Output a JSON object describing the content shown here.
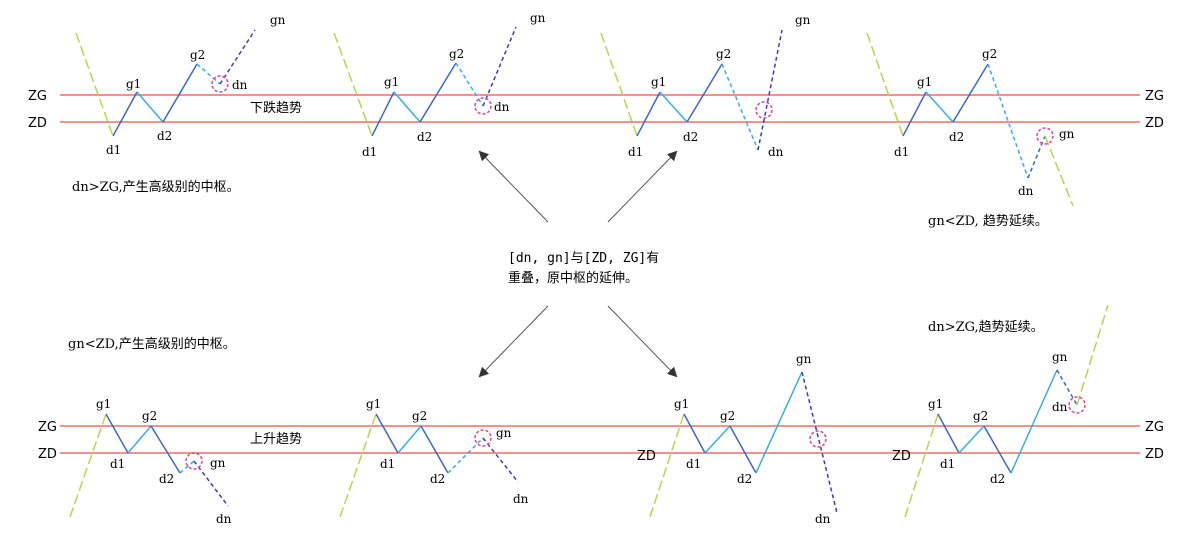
{
  "colors": {
    "level_line": "#ef6b6b",
    "dark_blue": "#3b67c8",
    "light_blue": "#35aee8",
    "dashed_light": "#35aee8",
    "dashed_dark": "#3b3bb8",
    "yellow_green": "#bcd34a",
    "circle": "#e0409c",
    "arrow": "#555555"
  },
  "labels": {
    "zg": "ZG",
    "zd": "ZD",
    "d1": "d1",
    "d2": "d2",
    "g1": "g1",
    "g2": "g2",
    "dn": "dn",
    "gn": "gn",
    "trend_down": "下跌趋势",
    "trend_up": "上升趋势"
  },
  "notes": {
    "top_left": "dn>ZG,产生高级别的中枢。",
    "top_right": "gn<ZD, 趋势延续。",
    "bottom_left": "gn<ZD,产生高级别的中枢。",
    "bottom_right": "dn>ZG,趋势延续。",
    "center_line1": "[dn, gn]与[ZD, ZG]有",
    "center_line2": "重叠，原中枢的延伸。"
  }
}
